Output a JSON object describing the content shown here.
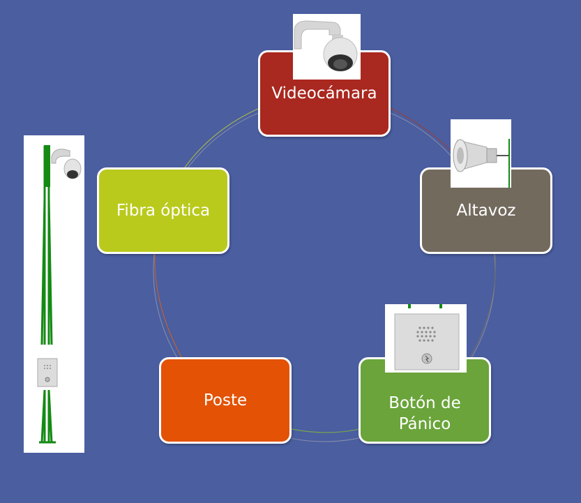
{
  "nodes": {
    "videocamara": {
      "label": "Videocámara",
      "color": "#a9281f"
    },
    "altavoz": {
      "label": "Altavoz",
      "color": "#736a5e"
    },
    "boton_panico": {
      "line1": "Botón de",
      "line2": "Pánico",
      "color": "#6aa43a"
    },
    "poste": {
      "label": "Poste",
      "color": "#e35205"
    },
    "fibra_optica": {
      "label": "Fibra óptica",
      "color": "#b9ca1c"
    }
  },
  "icons": [
    "camera-icon",
    "loudspeaker-icon",
    "panic-button-icon",
    "pole-icon"
  ],
  "colors": {
    "background": "#4a5ea0",
    "node_border": "#ffffff",
    "pole_green": "#148a14"
  }
}
